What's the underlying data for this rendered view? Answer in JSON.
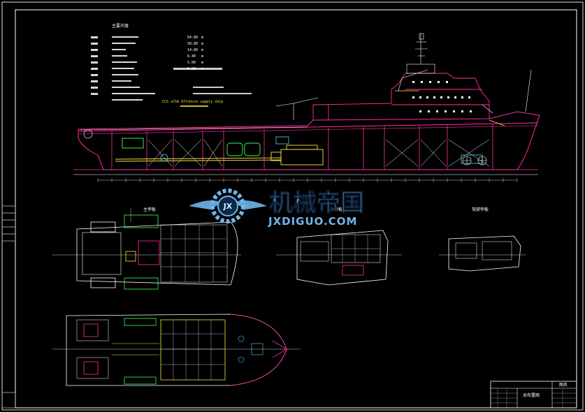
{
  "watermark": {
    "brand_cn": "机械帝国",
    "brand_url": "JXDIGUO.COM",
    "logo_letters": "JX"
  },
  "main_particulars": {
    "heading": "主要尺度",
    "note": "CCS  ★CSA  Offshore supply ship",
    "rows": [
      {
        "value": "64.80",
        "unit": "m"
      },
      {
        "value": "58.80",
        "unit": "m"
      },
      {
        "value": "14.80",
        "unit": "m"
      },
      {
        "value": "6.40",
        "unit": "m"
      },
      {
        "value": "5.00",
        "unit": "m"
      },
      {
        "value": "5.20",
        "unit": "m"
      },
      {
        "value": "",
        "unit": ""
      },
      {
        "value": "",
        "unit": ""
      },
      {
        "value": "",
        "unit": ""
      }
    ]
  },
  "views": {
    "main_deck": "主甲板",
    "upper_deck": "上甲板",
    "bridge_deck": "驾驶甲板"
  },
  "title_block": {
    "header": "图名",
    "drawing_title": "总布置图"
  },
  "colors": {
    "background": "#000000",
    "hull": "#ff2e9c",
    "outline": "#ffffff",
    "green": "#3cff5a",
    "yellow": "#ffe63c",
    "cyan": "#4fd7ff",
    "watermark": "#6fb6ea"
  }
}
